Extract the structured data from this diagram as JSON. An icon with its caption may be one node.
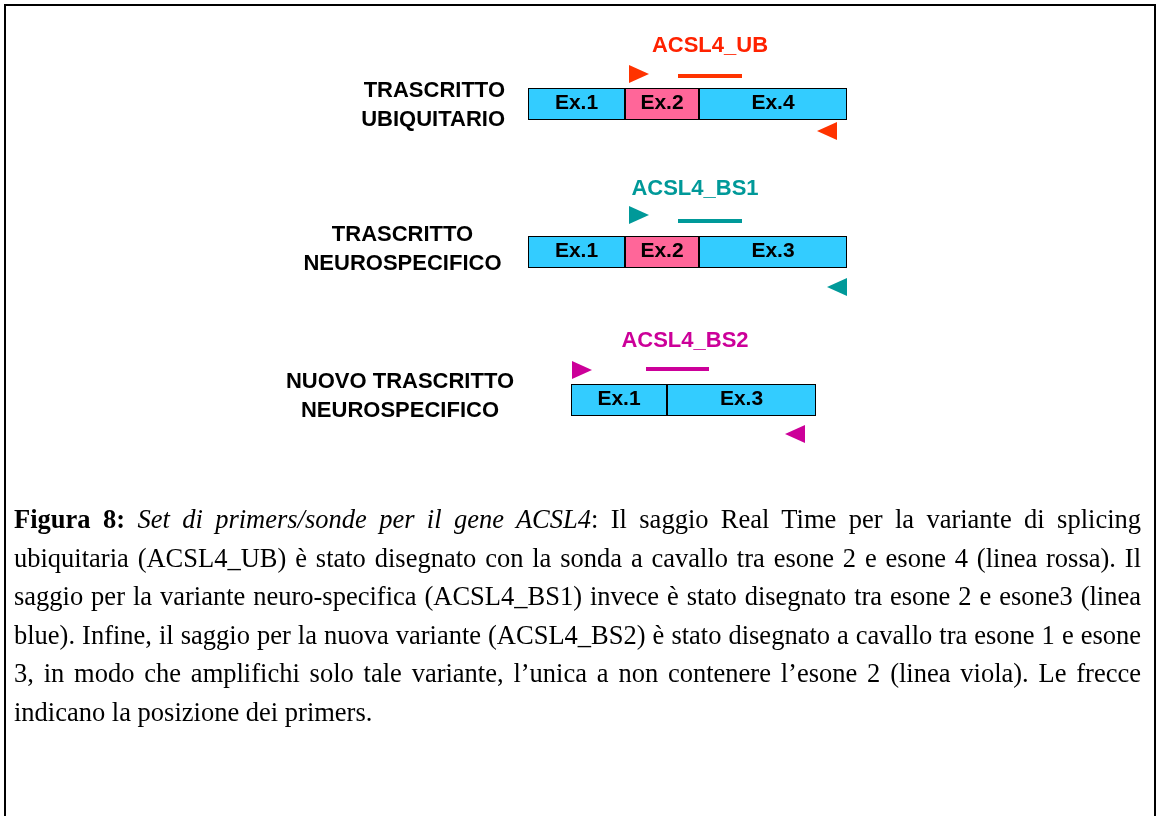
{
  "diagram": {
    "caption": "**Figura 8:** *Set di primers/sonde per il gene ACSL4*: Il saggio Real Time per la variante di splicing ubiquitaria (ACSL4_UB) è stato disegnato con la sonda a cavallo tra esone 2 e esone 4 (linea rossa). Il saggio per la variante neuro-specifica (ACSL4_BS1) invece è stato disegnato tra esone 2 e esone3 (linea blue). Infine, il saggio per la nuova variante (ACSL4_BS2) è stato disegnato a cavallo tra esone 1 e esone 3, in modo che amplifichi solo tale variante, l’unica a non contenere l’esone 2 (linea viola). Le frecce indicano la posizione dei primers.",
    "nodes": [
      {
        "text": [
          "Ex.1"
        ]
      },
      {
        "text": [
          "Ex.2"
        ]
      },
      {
        "text": [
          "Ex.4"
        ]
      },
      {
        "text": [
          "Ex.1"
        ]
      },
      {
        "text": [
          "Ex.2"
        ]
      },
      {
        "text": [
          "Ex.3"
        ]
      },
      {
        "text": [
          "Ex.1"
        ]
      },
      {
        "text": [
          "Ex.3"
        ]
      }
    ],
    "labels": [
      "ACSL4_UB",
      "TRASCRITTO UBIQUITARIO",
      "ACSL4_BS1",
      "TRASCRITTO NEUROSPECIFICO",
      "ACSL4_BS2",
      "NUOVO TRASCRITTO NEUROSPECIFICO"
    ]
  }
}
